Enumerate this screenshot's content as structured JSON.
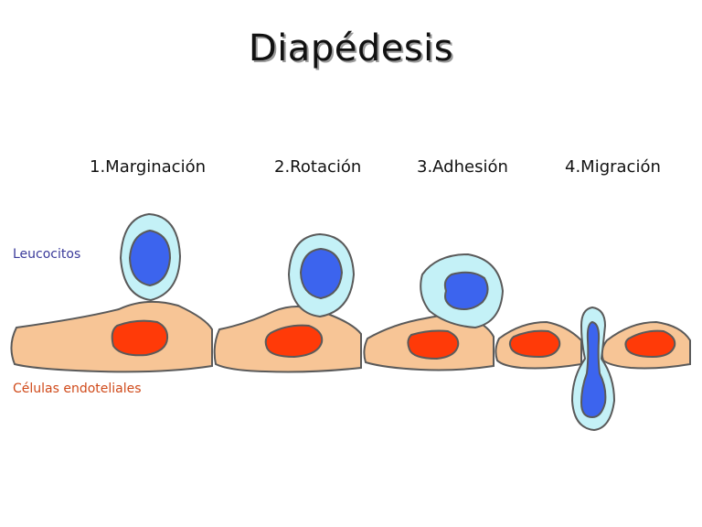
{
  "title": "Diapédesis",
  "steps": [
    "1.Marginación",
    "2.Rotación",
    "3.Adhesión",
    "4.Migración"
  ],
  "labels": {
    "leucocitos": "Leucocitos",
    "endoteliales": "Células endoteliales"
  },
  "colors": {
    "endothelial_cell": "#f7c596",
    "nucleus_red": "#ff3a08",
    "leukocyte_cytoplasm": "#c4f1f7",
    "leukocyte_nucleus": "#3c64ee",
    "outline": "#5a5a5a",
    "leucocitos_label": "#3a3a9a",
    "endoteliales_label": "#d04a1a"
  }
}
